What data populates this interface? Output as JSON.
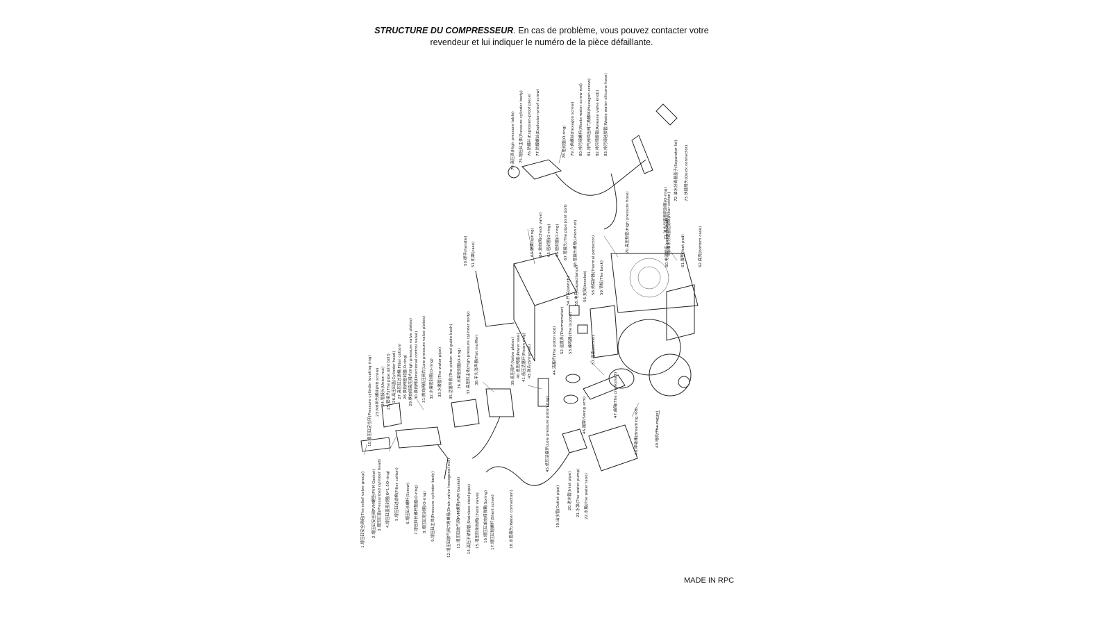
{
  "header": {
    "title": "STRUCTURE DU COMPRESSEUR",
    "text": ". En cas de problème, vous pouvez contacter votre revendeur et lui indiquer le numéro de la pièce défaillante."
  },
  "footer": "MADE IN RPC",
  "labels": [
    "1.增压缸安全阀组(The relief valve group)",
    "2.增压缸安全阀PVM螺垫(PVM Gasket)",
    "3.增压缸盖(Pressurized cylinder head)",
    "4.增压缸盖密封圈(Φ*1.5O-ring)",
    "5.增压缸过滤棉(Filter cotton)",
    "6.增压缸长螺杆(Screw)",
    "7.增压缸长螺杆垫圈(O-ring)",
    "8.增压缸密封圈(O-ring)",
    "9.增压缸主体(Pressure cylinder body)",
    "10.增压缸定位环(Pressure cylinder locating ring)",
    "12.增压缸放气阀六角螺母(Drain valve hexagonal nut)",
    "13.增压缸放气阀PVM螺垫(PVM Gasket)",
    "14.高压不锈钢管(Stainless steel pipe)",
    "15.增压缸单向阀(Check valve)",
    "16.增压缸单向阀弹簧(Spring)",
    "17.增压缸短螺杆(Short screw)",
    "18.水管接头(Water connection)",
    "19.出水管(Outlet pipe)",
    "20.进水管(Inlet pipe)",
    "21.水泵(The water pump)",
    "22.水箱(The water tank)",
    "23.M8半头螺丝(M8 screw)",
    "24.管接头(Union nut)",
    "25.管接头(The pipe joint bolt)",
    "26.高压缸盖(Cylinder head)",
    "27.高压缸过滤棉(Filter cotton)",
    "28.换向阀密封圈(O-ring)",
    "29.换向阀高压阀片(High pressure valve plates)",
    "30.换向阀(Directional control valve)",
    "31.换向阀低压阀片(Low pressure valve plates)",
    "32.水套密封圈(O-ring)",
    "33.水套管(The water pipe)",
    "35.活塞导套(The piston rod guide bush)",
    "36.水套密封圈(O-ring)",
    "37.高压缸主体(High pressure cylinder body)",
    "38.平头消声器(Flat muffler)",
    "39.低压阀片(Valve plates)",
    "40.低压阀座(Power seal)",
    "41.低压活塞环(Piston ring)",
    "43.弹片(Shrapnel)",
    "44.活塞杆(The piston rod)",
    "45.低压活塞环(Low pressure piston ring)",
    "46.摇臂(Swing arm)",
    "47.曲轴(The crankshaft)",
    "48.呼吸棒(Breathing rod)",
    "49.电机(The motor)",
    "50.提手(handle)",
    "51.机罩(case)",
    "52.温度表(Thermometer)",
    "53.蜂鸣器(The buzzer)",
    "54.开关(switch)",
    "55.电容(capacitance)",
    "56.支架(bracket)",
    "57.插座(socket)",
    "58.热保护器(Thermal protector)",
    "59.背板(The back)",
    "60.电源插座(power outlet)",
    "61.脚垫(foot pad)",
    "62.底壳(bottom case)",
    "63.弹簧(spring)",
    "64.单向阀(Check valve)",
    "65.密封圈(O-ring)",
    "66.密封圈(O-ring)",
    "67.管接头(The pipe joint bolt)",
    "68.管接头螺母(Union nut)",
    "69.油水分离器过滤棉(Filter cotton)",
    "70.高压软管(High pressure hose)",
    "71.油水分离器密封圈(O-ring)",
    "72.油水分离器盖子(Separator lid)",
    "73.快插母头(Quick connector)",
    "74.高压表(High pressure table)",
    "75.增压缸主体(Pressure cylinder body)",
    "76.防爆片(Explosion-proof piece)",
    "77.防爆螺丝(Explosion-proof screw)",
    "78.密封圈(O-ring)",
    "79.六角螺丝(Hexagon screw)",
    "80.排污阀螺杆(Waste water screw rod)",
    "81.排气阀泄压阀六角螺丝(Hexagon screw)",
    "82.排污阀旋钮(Release valve knob)",
    "83.排污阀硅胶管(Waste water silicone hose)"
  ]
}
